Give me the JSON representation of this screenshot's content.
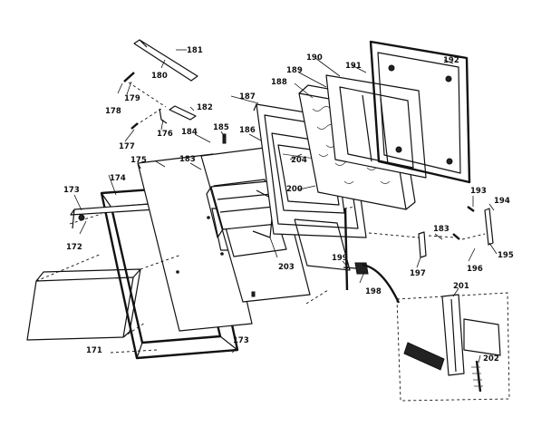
{
  "diagram": {
    "callouts": {
      "c171": "171",
      "c172": "172",
      "c173a": "173",
      "c173b": "173",
      "c174": "174",
      "c175": "175",
      "c176": "176",
      "c177": "177",
      "c178": "178",
      "c179": "179",
      "c180": "180",
      "c181": "181",
      "c182": "182",
      "c183a": "183",
      "c183b": "183",
      "c184": "184",
      "c185": "185",
      "c186": "186",
      "c187": "187",
      "c188": "188",
      "c189": "189",
      "c190": "190",
      "c191": "191",
      "c192": "192",
      "c193": "193",
      "c194": "194",
      "c195": "195",
      "c196": "196",
      "c197": "197",
      "c198": "198",
      "c199": "199",
      "c200": "200",
      "c201": "201",
      "c202": "202",
      "c203": "203",
      "c204": "204"
    }
  }
}
